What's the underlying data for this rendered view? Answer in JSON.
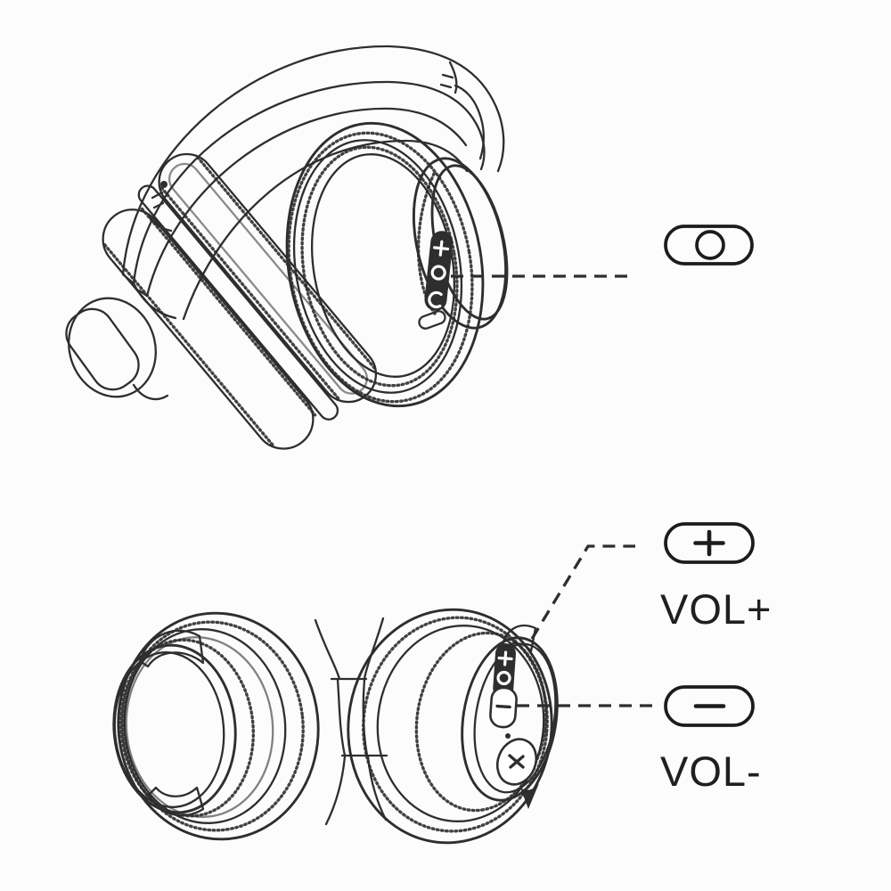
{
  "colors": {
    "background": "#fcfcfc",
    "line": "#2e2e2e",
    "text": "#1f1f1f"
  },
  "callouts": {
    "power": {
      "icon": "power-multifunction-button-icon",
      "shape": "pill-with-circle",
      "label": ""
    },
    "volume_up": {
      "icon": "plus-button-icon",
      "shape": "pill-with-plus",
      "label": "VOL+"
    },
    "volume_down": {
      "icon": "minus-button-icon",
      "shape": "pill-with-minus",
      "label": "VOL-"
    }
  },
  "figures": {
    "top": "headphones-perspective-view",
    "bottom": "headphones-folded-flat-view"
  }
}
